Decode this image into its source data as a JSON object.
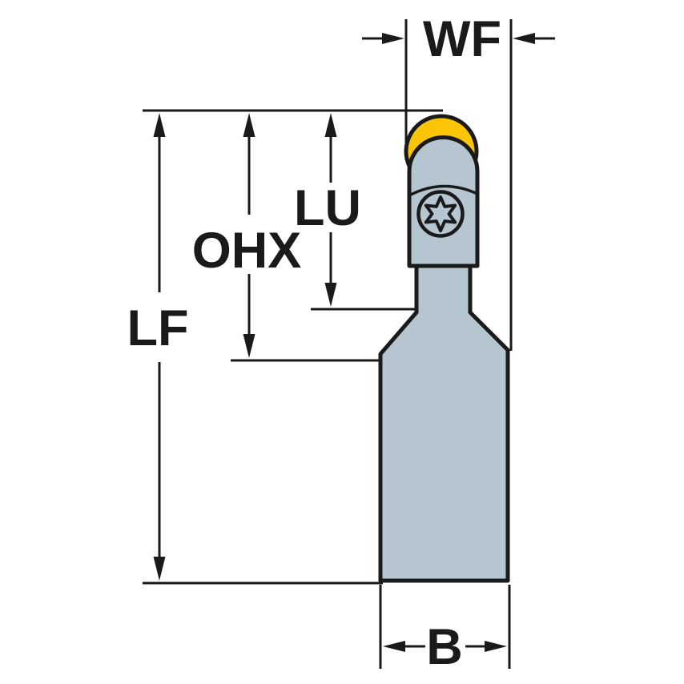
{
  "page": {
    "description": "Technical dimension drawing of a turning tool holder with round yellow insert and Torx clamp screw",
    "background": "#FFFFFF"
  },
  "labels": {
    "wf": "WF",
    "lu": "LU",
    "ohx": "OHX",
    "lf": "LF",
    "b": "B"
  },
  "colors": {
    "insert_yellow": "#F9C504",
    "body_gray": "#B5C6D1",
    "line_black": "#1A1A1A",
    "background": "#FFFFFF"
  }
}
